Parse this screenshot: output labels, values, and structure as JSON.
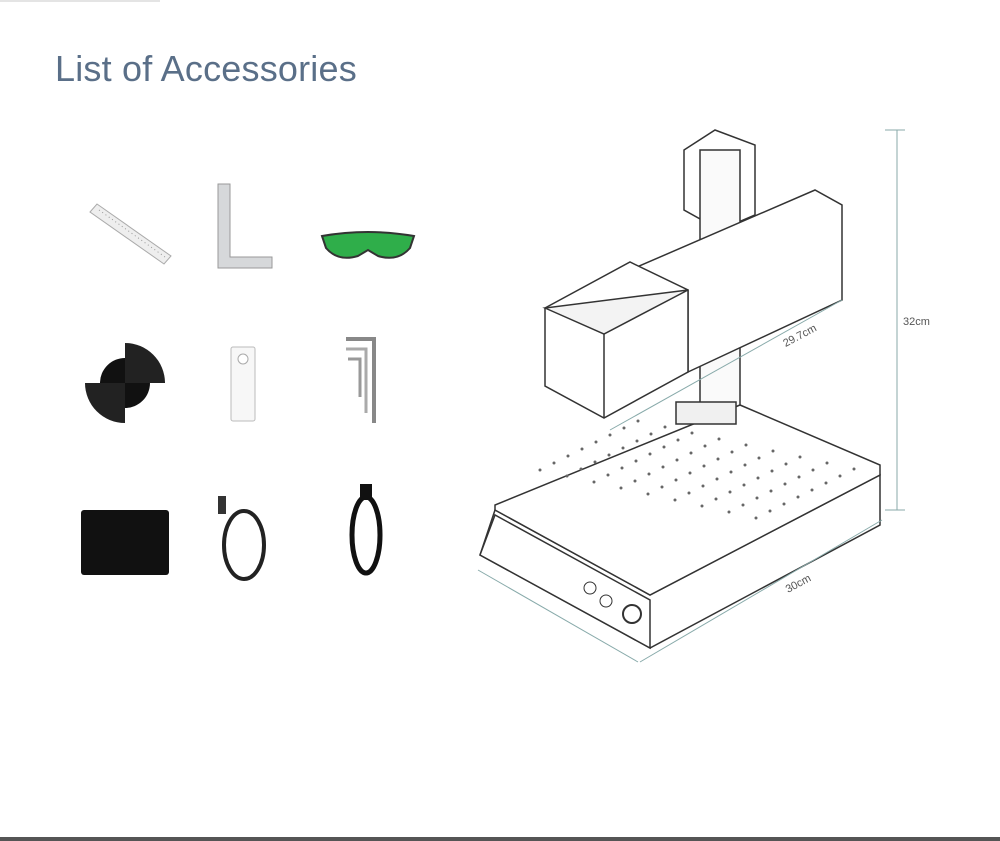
{
  "title": "List of Accessories",
  "accessories": [
    {
      "icon": "ruler-icon"
    },
    {
      "icon": "l-square-icon"
    },
    {
      "icon": "safety-goggles-icon"
    },
    {
      "icon": "fan-disc-icon"
    },
    {
      "icon": "focus-plate-icon"
    },
    {
      "icon": "hex-keys-icon"
    },
    {
      "icon": "black-plate-icon"
    },
    {
      "icon": "usb-cable-icon"
    },
    {
      "icon": "power-cord-icon"
    }
  ],
  "machine": {
    "icon": "laser-marking-machine-icon",
    "dimensions": {
      "depth": "29.7cm",
      "height": "32cm",
      "width": "30cm"
    }
  },
  "colors": {
    "title": "#5a6f88",
    "goggles": "#2fae4a"
  }
}
